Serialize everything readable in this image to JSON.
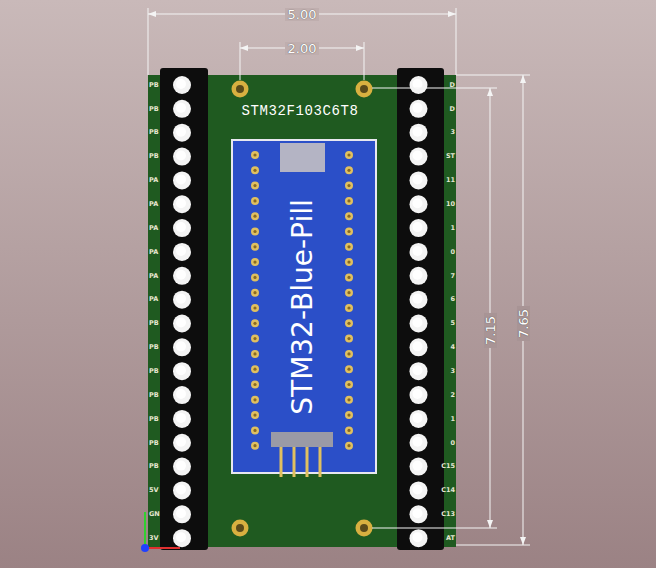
{
  "diagram": {
    "nodes": [
      {
        "text": [
          "STM32F103C6T8"
        ]
      },
      {
        "text": [
          "STM32-Blue-Pill"
        ],
        "in": 0
      }
    ],
    "labels": [
      "5.00",
      "2.00",
      "7.15",
      "7.65",
      "PB",
      "PB",
      "PB",
      "PB",
      "PA",
      "PA",
      "PA",
      "PA",
      "PA",
      "PA",
      "PB",
      "PB",
      "PB",
      "PB",
      "PB",
      "PB",
      "PB",
      "5V",
      "GN",
      "3V",
      "D",
      "D",
      "3",
      "ST",
      "11",
      "10",
      "1",
      "0",
      "7",
      "6",
      "5",
      "4",
      "3",
      "2",
      "1",
      "0",
      "C15",
      "C14",
      "C13",
      "AT"
    ]
  }
}
